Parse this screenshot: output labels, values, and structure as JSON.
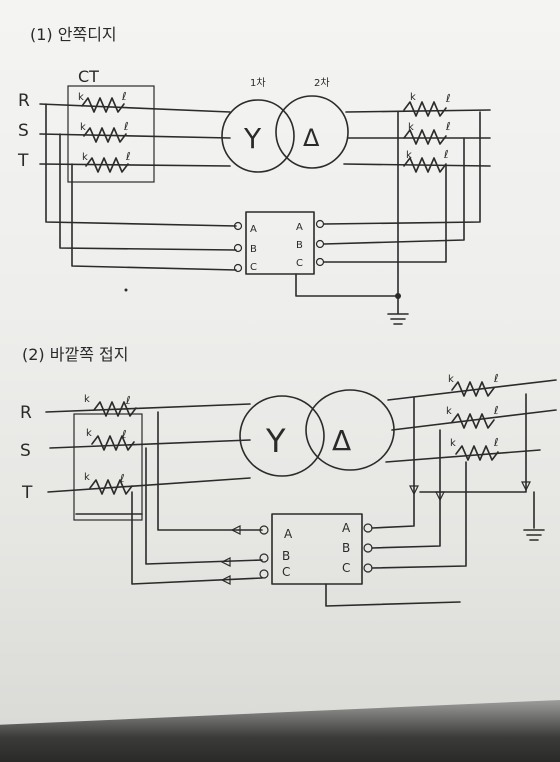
{
  "section1": {
    "title": "(1) 안쪽디지",
    "ct_label": "CT",
    "phases": [
      "R",
      "S",
      "T"
    ],
    "primary_label": "1차",
    "secondary_label": "2차",
    "wye_symbol": "Y",
    "delta_symbol": "Δ",
    "ct_mark": "k",
    "ct_mark2": "ℓ",
    "relay_left": [
      "A",
      "B",
      "C"
    ],
    "relay_right": [
      "A",
      "B",
      "C"
    ]
  },
  "section2": {
    "title": "(2) 바깥쪽 접지",
    "phases": [
      "R",
      "S",
      "T"
    ],
    "wye_symbol": "Y",
    "delta_symbol": "Δ",
    "ct_mark": "k",
    "ct_mark2": "ℓ",
    "relay_left": [
      "A",
      "B",
      "C"
    ],
    "relay_right": [
      "A",
      "B",
      "C"
    ]
  },
  "colors": {
    "ink": "#2b2b2b",
    "paper": "#f2f2f0"
  }
}
